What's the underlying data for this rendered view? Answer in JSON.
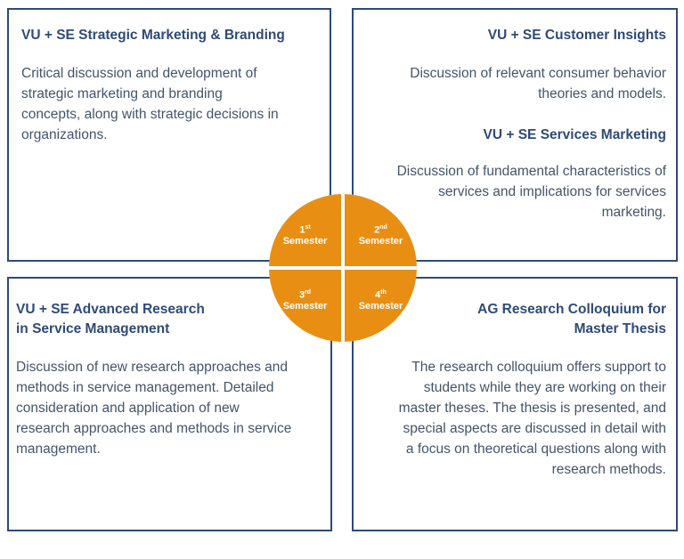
{
  "modules": {
    "strategic": {
      "title": "VU + SE Strategic Marketing  & Branding",
      "body": [
        "Critical discussion and development  of",
        "strategic marketing and branding",
        "concepts, along with strategic decisions in",
        "organizations."
      ]
    },
    "insights": {
      "title": "VU + SE Customer Insights",
      "body": [
        "Discussion of relevant consumer behavior",
        "theories and models."
      ]
    },
    "services": {
      "title": "VU + SE Services Marketing",
      "body": [
        "Discussion of fundamental characteristics of",
        "services and implications for services",
        "marketing."
      ]
    },
    "research": {
      "title": [
        "VU + SE Advanced Research",
        "in Service Management"
      ],
      "body": [
        "Discussion of new research approaches and",
        "methods in service management. Detailed",
        "consideration and application of new",
        "research approaches and methods in service",
        "management."
      ]
    },
    "colloquium": {
      "title": [
        "AG Research Colloquium for",
        "Master Thesis"
      ],
      "body": [
        "The research colloquium offers support to",
        "students while they are working on their",
        "master theses. The thesis is presented, and",
        "special aspects are discussed in detail with",
        "a focus on theoretical questions along with",
        "research methods."
      ]
    }
  },
  "semesters": [
    {
      "num": "1",
      "sup": "st",
      "label": "Semester"
    },
    {
      "num": "2",
      "sup": "nd",
      "label": "Semester"
    },
    {
      "num": "3",
      "sup": "rd",
      "label": "Semester"
    },
    {
      "num": "4",
      "sup": "th",
      "label": "Semester"
    }
  ],
  "colors": {
    "border": "#2f4a78",
    "orange": "#e88f13",
    "text": "#44546a"
  }
}
